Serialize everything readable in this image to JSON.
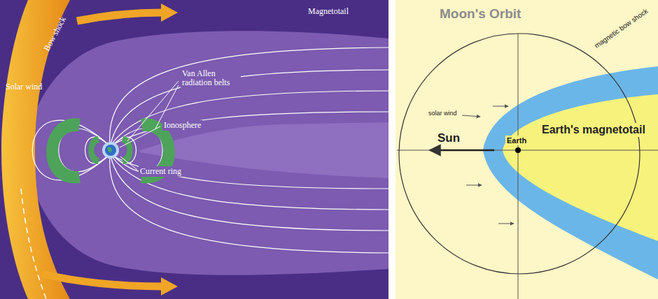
{
  "diagram": {
    "labels": [
      "Bow shock",
      "Magnetotail",
      "Solar wind",
      "Van Allen radiation belts",
      "Ionosphere",
      "Current ring",
      "Moon's Orbit",
      "magnetic bow shock",
      "solar wind",
      "Sun",
      "Earth",
      "Earth's magnetotail"
    ]
  }
}
